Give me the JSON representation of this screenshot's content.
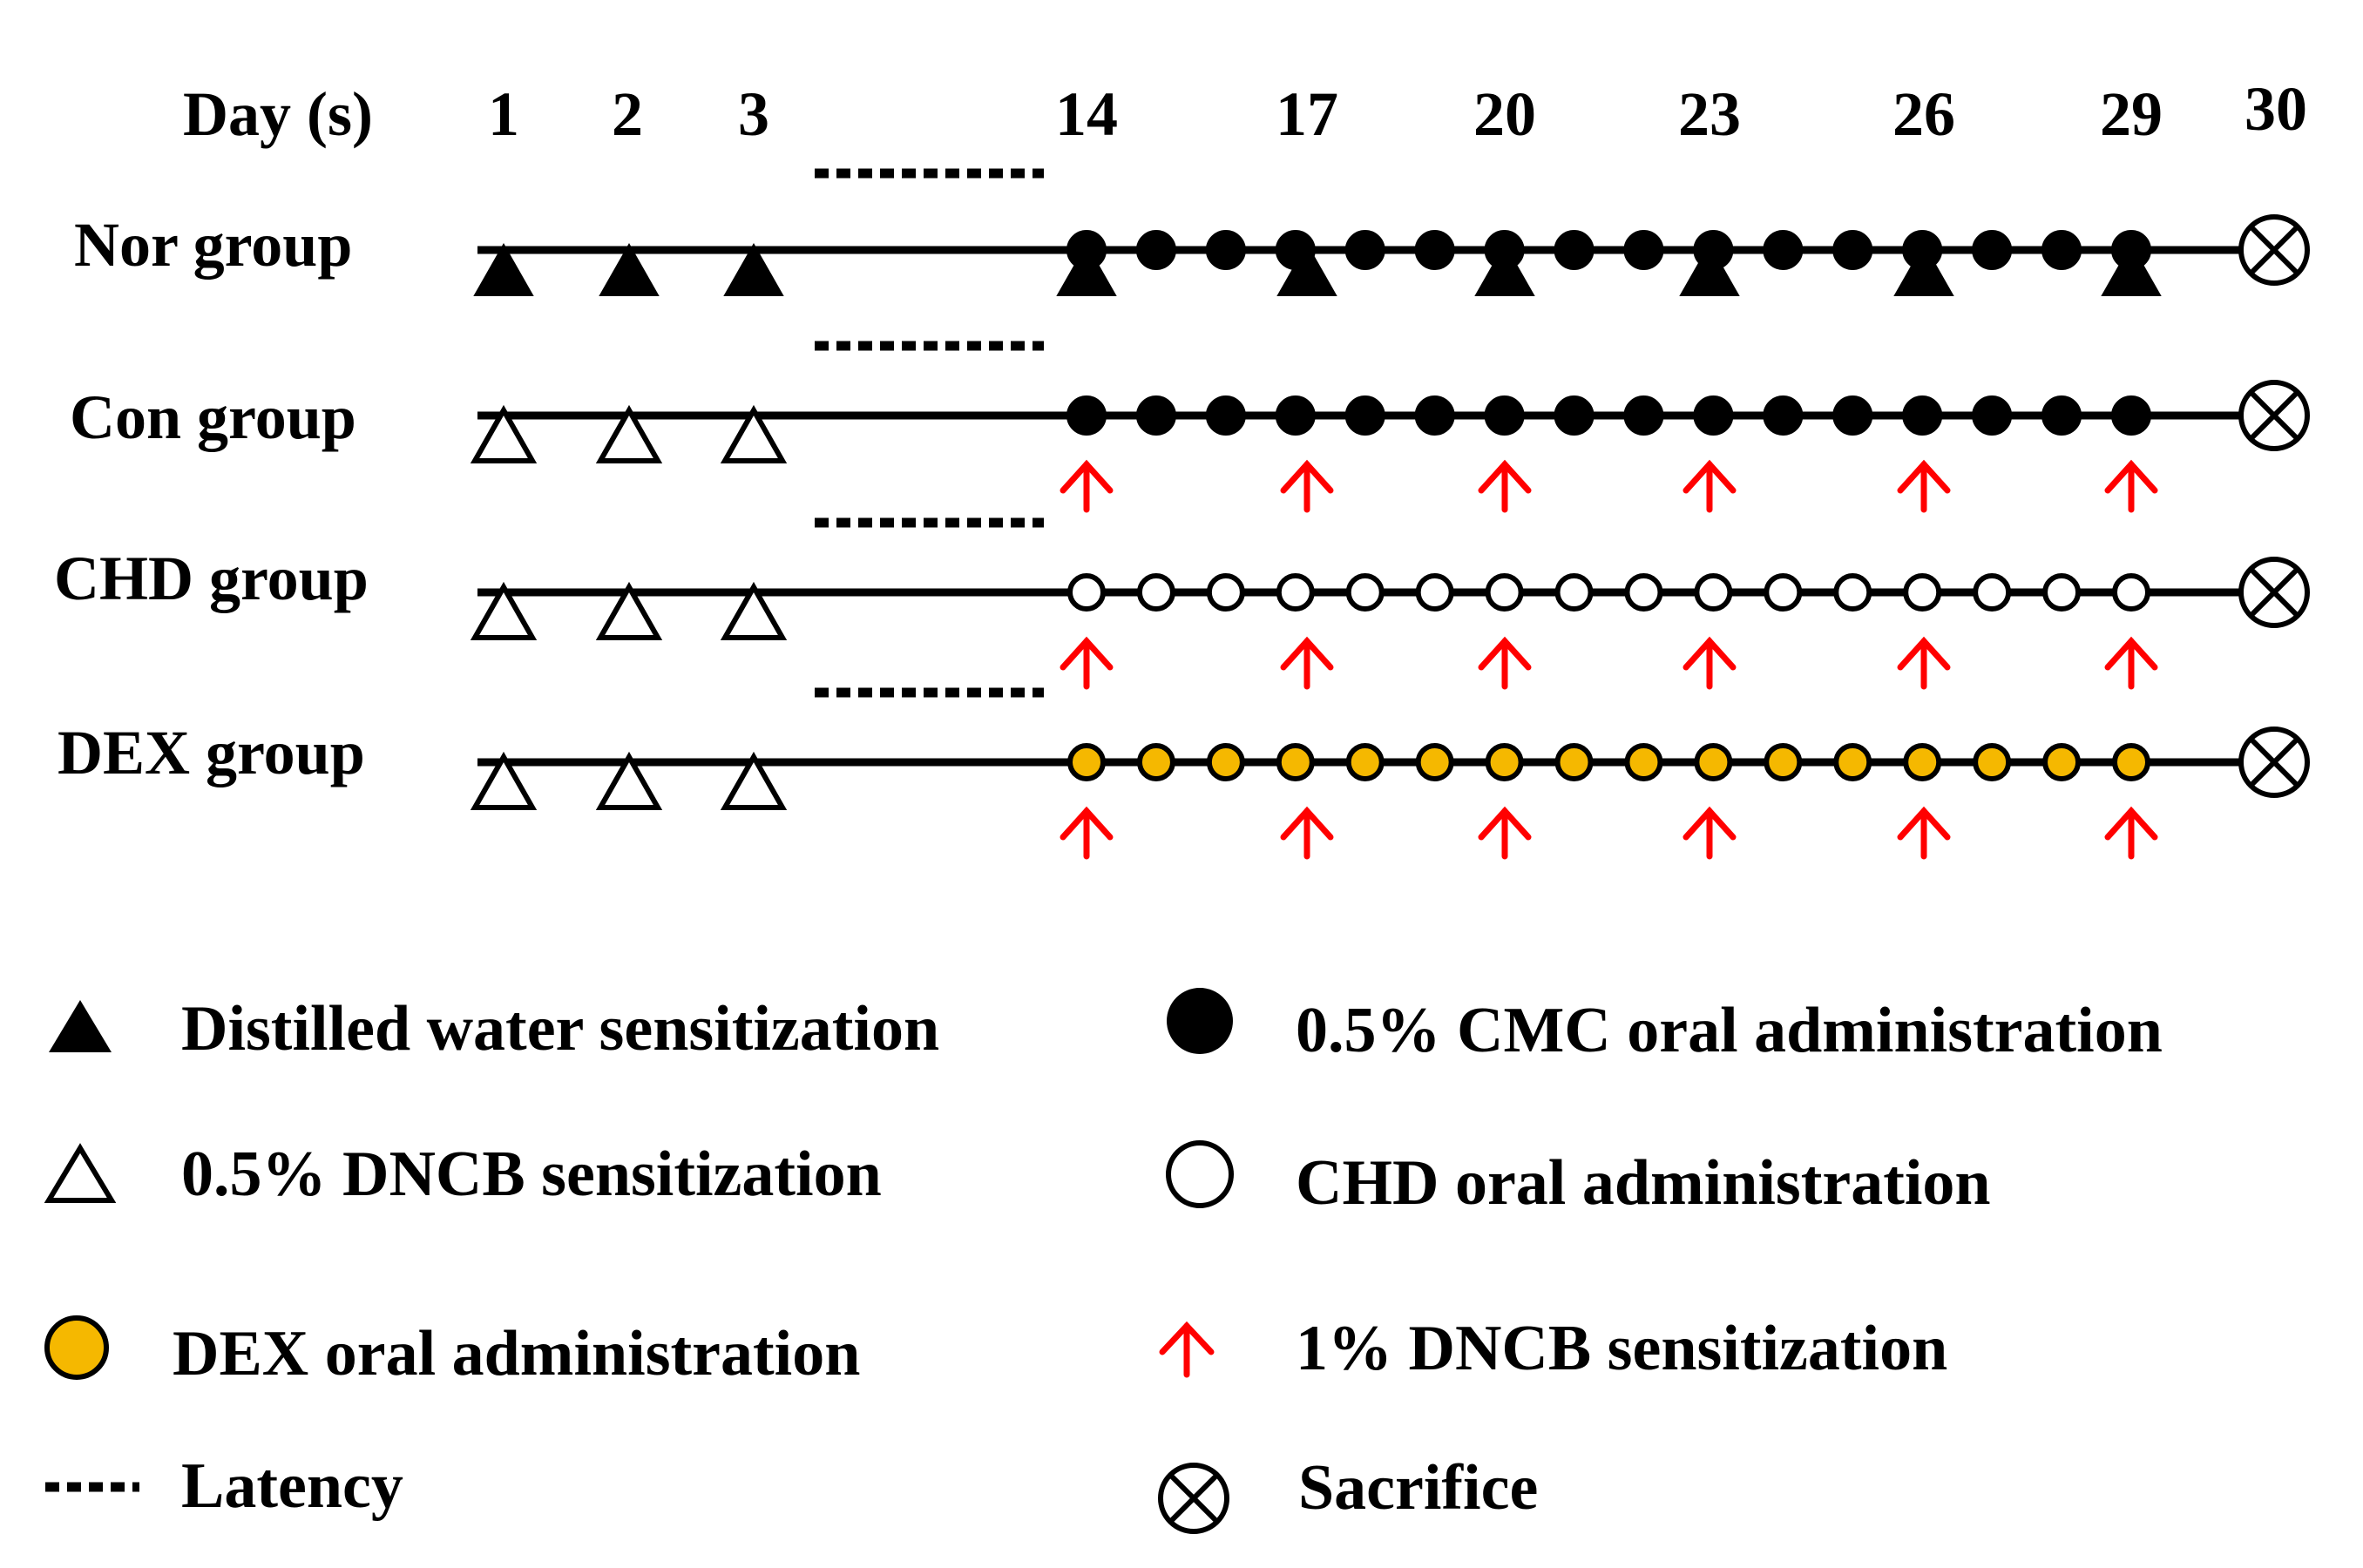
{
  "colors": {
    "line": "#000000",
    "dex_fill": "#F5B800",
    "arrow": "#FF0000",
    "open_fill": "#FFFFFF"
  },
  "header": {
    "label": "Day (s)",
    "days": [
      "1",
      "2",
      "3",
      "14",
      "17",
      "20",
      "23",
      "26",
      "29",
      "30"
    ]
  },
  "groups": [
    {
      "label": "Nor group",
      "sensitization": "filled-triangle",
      "administration": "filled-circle",
      "dncb_arrows": false
    },
    {
      "label": "Con group",
      "sensitization": "open-triangle",
      "administration": "filled-circle",
      "dncb_arrows": true
    },
    {
      "label": "CHD group",
      "sensitization": "open-triangle",
      "administration": "open-circle",
      "dncb_arrows": true
    },
    {
      "label": "DEX group",
      "sensitization": "open-triangle",
      "administration": "yellow-circle",
      "dncb_arrows": true
    }
  ],
  "legend": {
    "distilled_water": "Distilled water sensitization",
    "dncb_05": "0.5% DNCB sensitization",
    "dex_oral": "DEX oral administration",
    "latency": "Latency",
    "cmc_oral": "0.5% CMC oral administration",
    "chd_oral": "CHD oral administration",
    "dncb_1": "1% DNCB sensitization",
    "sacrifice": "Sacrifice"
  }
}
